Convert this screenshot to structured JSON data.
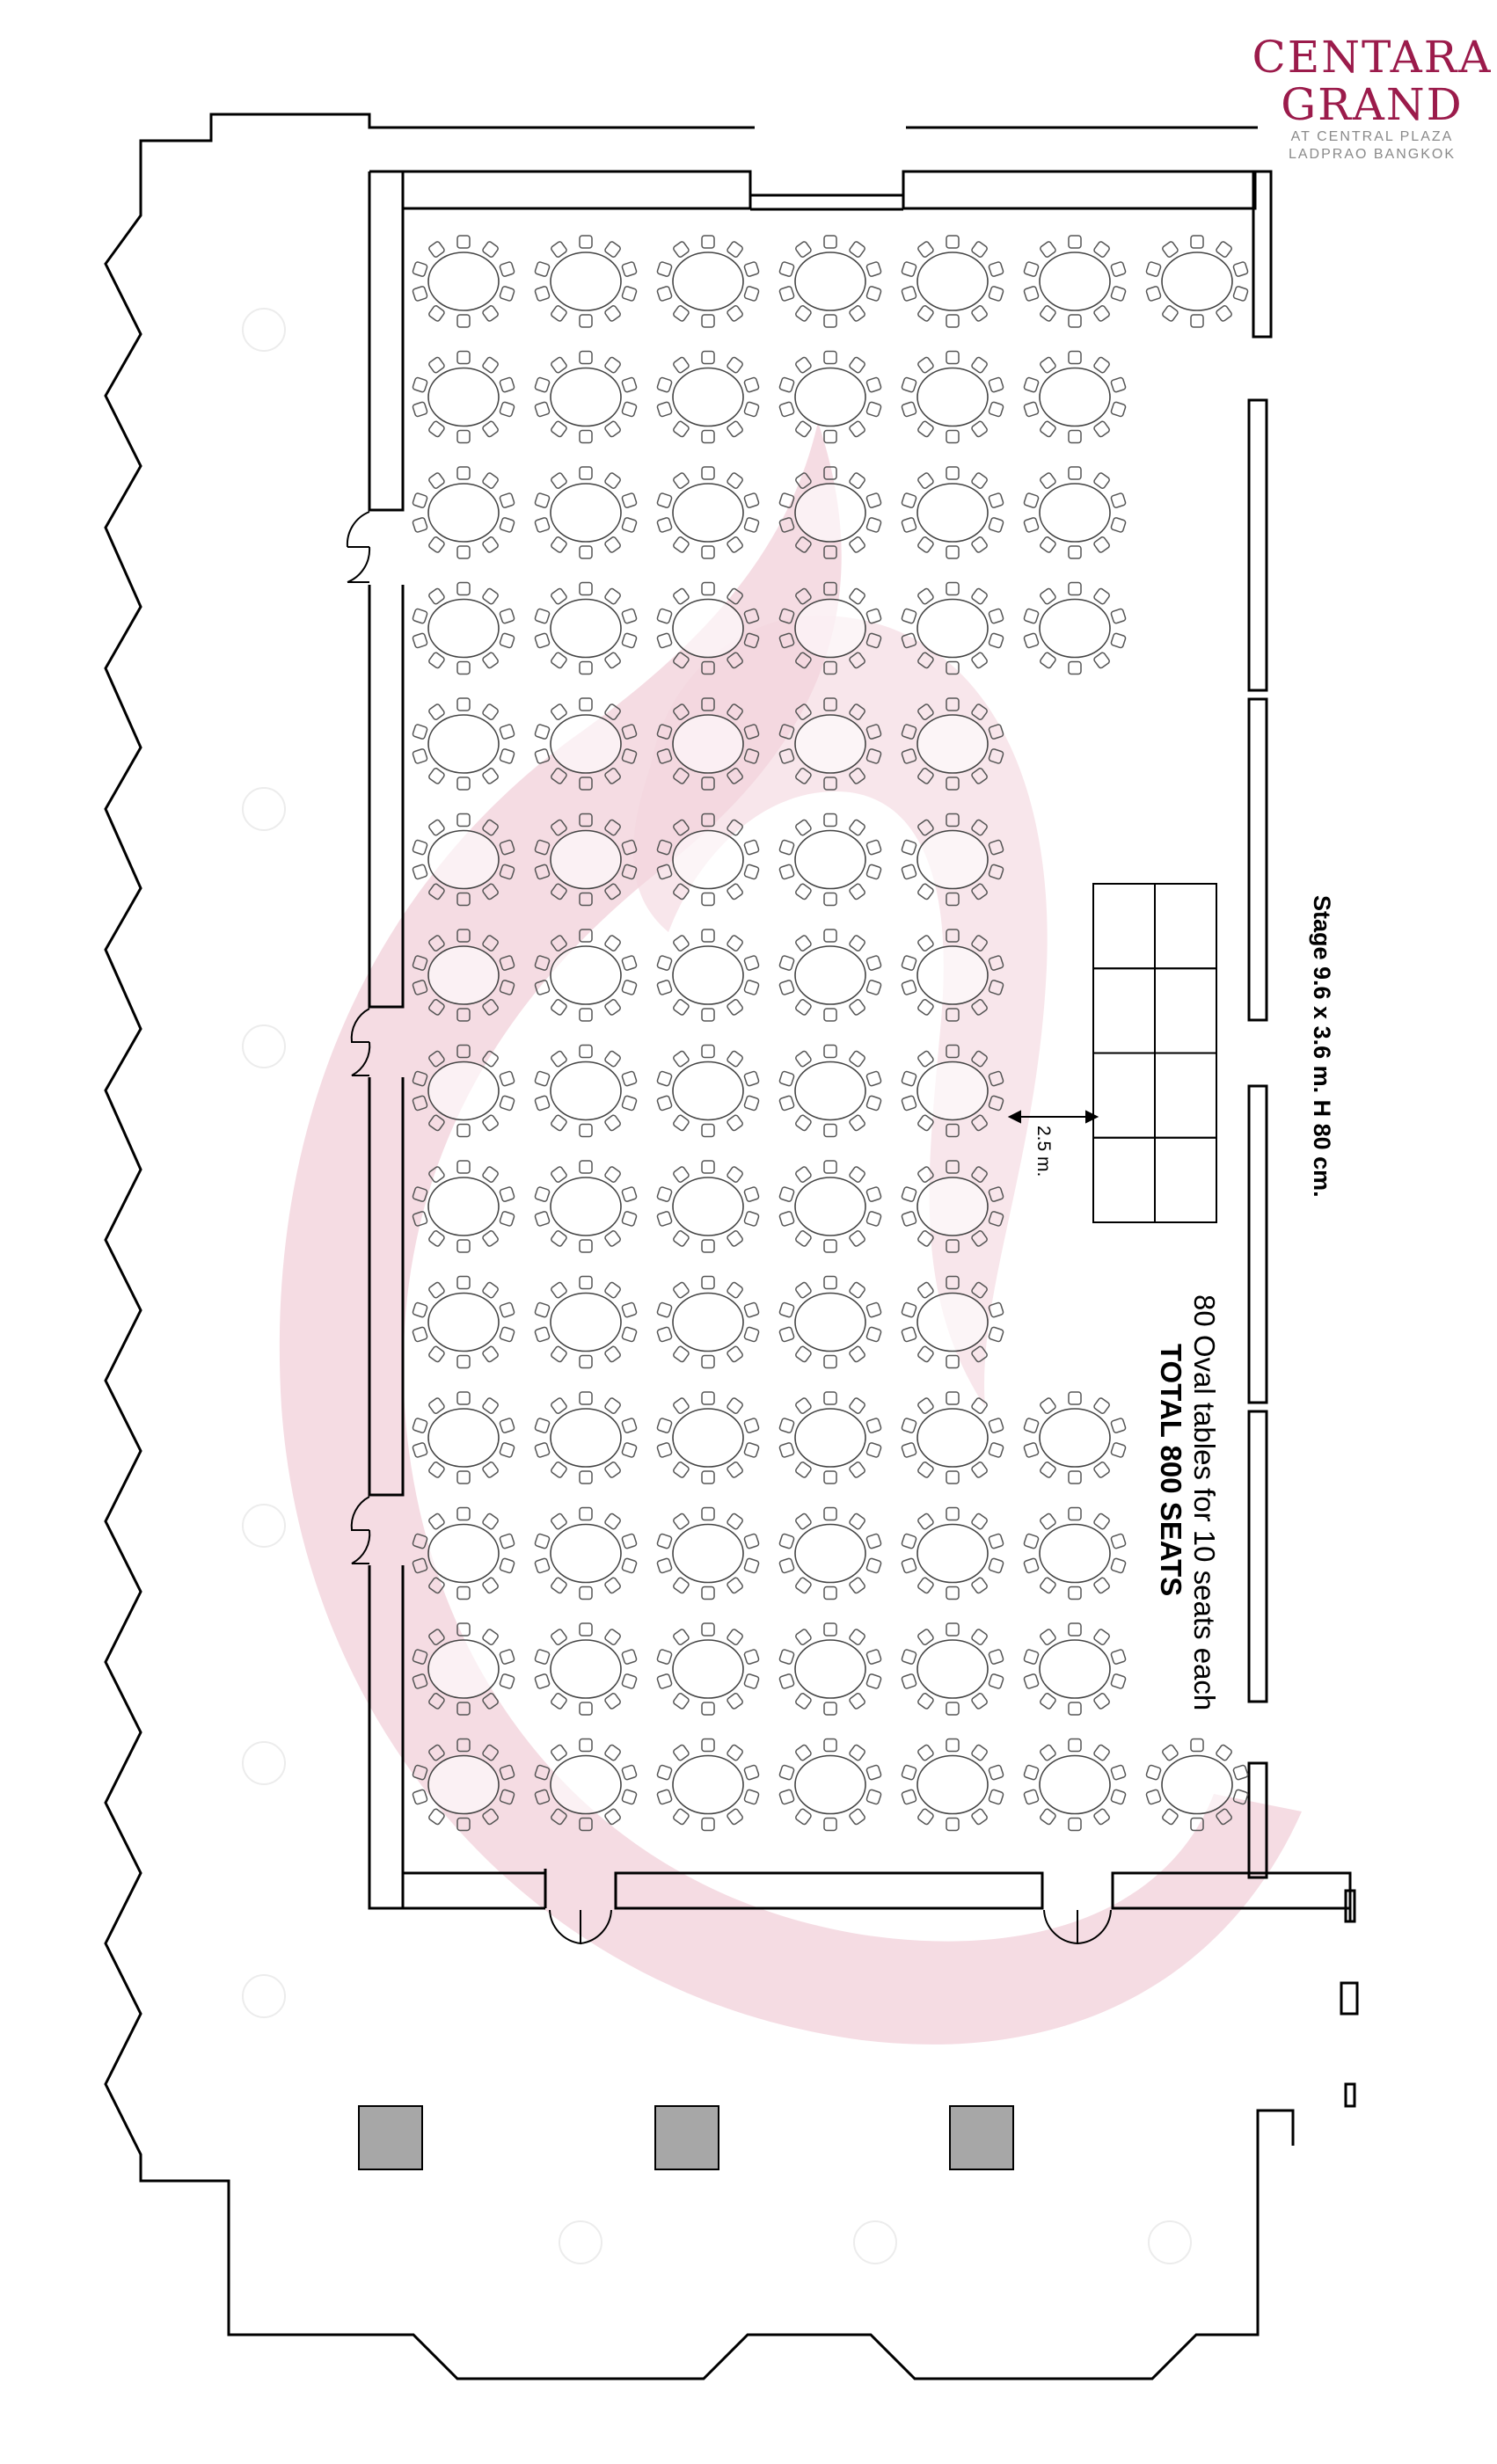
{
  "brand": {
    "name_line1": "CENTARA",
    "name_line2": "GRAND",
    "location_line1": "AT CENTRAL PLAZA",
    "location_line2": "LADPRAO BANGKOK",
    "color": "#9b1b4b"
  },
  "labels": {
    "stage": "Stage 9.6 x 3.6 m. H 80 cm.",
    "tables": "80 Oval tables for 10 seats each",
    "total": "TOTAL 800 SEATS",
    "distance": "2.5 m."
  },
  "layout": {
    "table_rows": [
      7,
      6,
      6,
      6,
      5,
      5,
      5,
      5,
      5,
      5,
      6,
      6,
      6,
      7
    ],
    "seats_per_table": 10,
    "table_count": 80,
    "stage_sections": 8
  },
  "colors": {
    "lines": "#000000",
    "chairs": "#555555",
    "watermark": "#f2d3dc",
    "columns": "#a7a7a7"
  }
}
